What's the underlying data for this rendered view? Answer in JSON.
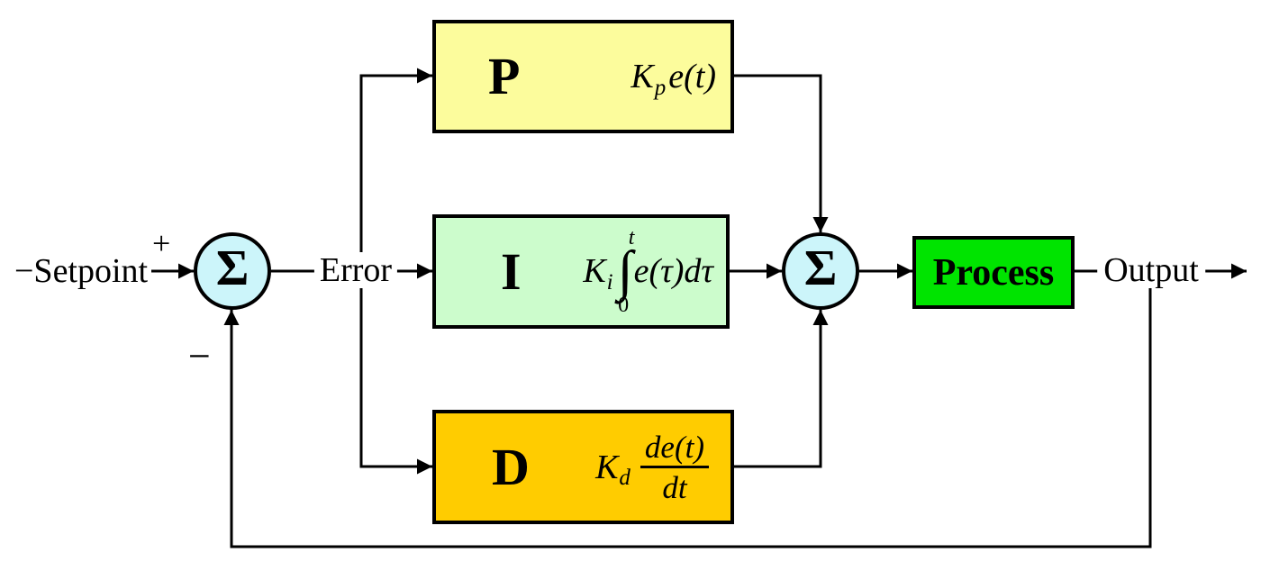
{
  "labels": {
    "setpoint": "−Setpoint",
    "plus_sign": "+",
    "minus_sign": "−",
    "error": "Error",
    "output": "Output"
  },
  "summing_junction": {
    "symbol": "Σ"
  },
  "blocks": {
    "proportional": {
      "letter": "P",
      "gain": "K",
      "gain_sub": "p",
      "expr": "e(t)"
    },
    "integral": {
      "letter": "I",
      "gain": "K",
      "gain_sub": "i",
      "integral_sign": "∫",
      "upper_limit": "t",
      "lower_limit": "0",
      "expr": "e(τ)dτ"
    },
    "derivative": {
      "letter": "D",
      "gain": "K",
      "gain_sub": "d",
      "numerator": "de(t)",
      "denominator": "dt"
    },
    "process": {
      "label": "Process"
    }
  },
  "colors": {
    "proportional_fill": "#FCFC9C",
    "integral_fill": "#CCFCCC",
    "derivative_fill": "#FFCC00",
    "process_fill": "#00E400",
    "summing_fill": "#CCF5FA",
    "wire": "#000000",
    "background": "#FFFFFF"
  }
}
